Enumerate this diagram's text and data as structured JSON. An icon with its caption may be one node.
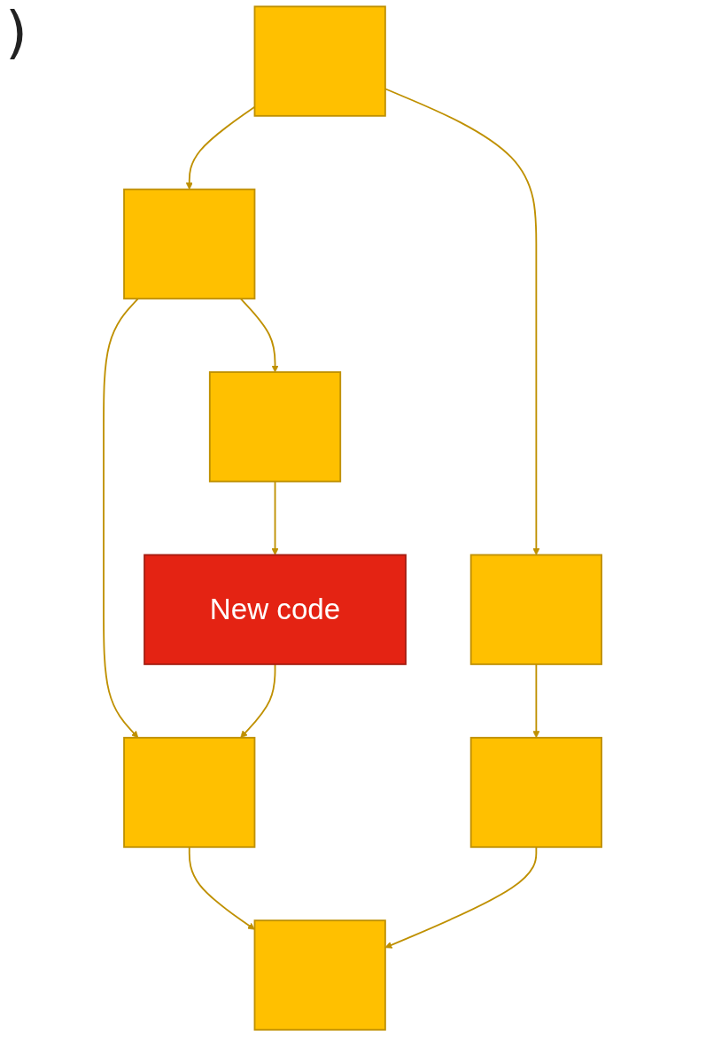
{
  "diagram": {
    "nodes": [
      {
        "text": [],
        "shape": "box"
      },
      {
        "text": [],
        "shape": "box"
      },
      {
        "text": [],
        "shape": "box"
      },
      {
        "text": [],
        "shape": "box"
      },
      {
        "text": [],
        "shape": "box"
      },
      {
        "text": [],
        "shape": "box"
      },
      {
        "text": [
          "New code"
        ]
      },
      {
        "text": [],
        "shape": "box"
      }
    ],
    "edges": [
      {
        "from": 0,
        "to": 2,
        "arrow": "to"
      },
      {
        "from": 0,
        "to": 1,
        "arrow": "to"
      },
      {
        "from": 2,
        "to": 3,
        "arrow": "to"
      },
      {
        "from": 2,
        "to": 4,
        "arrow": "to"
      },
      {
        "from": 1,
        "to": 5,
        "arrow": "to"
      },
      {
        "from": 3,
        "to": 6,
        "arrow": "to"
      },
      {
        "from": 6,
        "to": 4,
        "arrow": "to"
      },
      {
        "from": 4,
        "to": 7,
        "arrow": "to"
      },
      {
        "from": 5,
        "to": 7,
        "arrow": "to"
      }
    ],
    "labels": [
      ")"
    ]
  }
}
